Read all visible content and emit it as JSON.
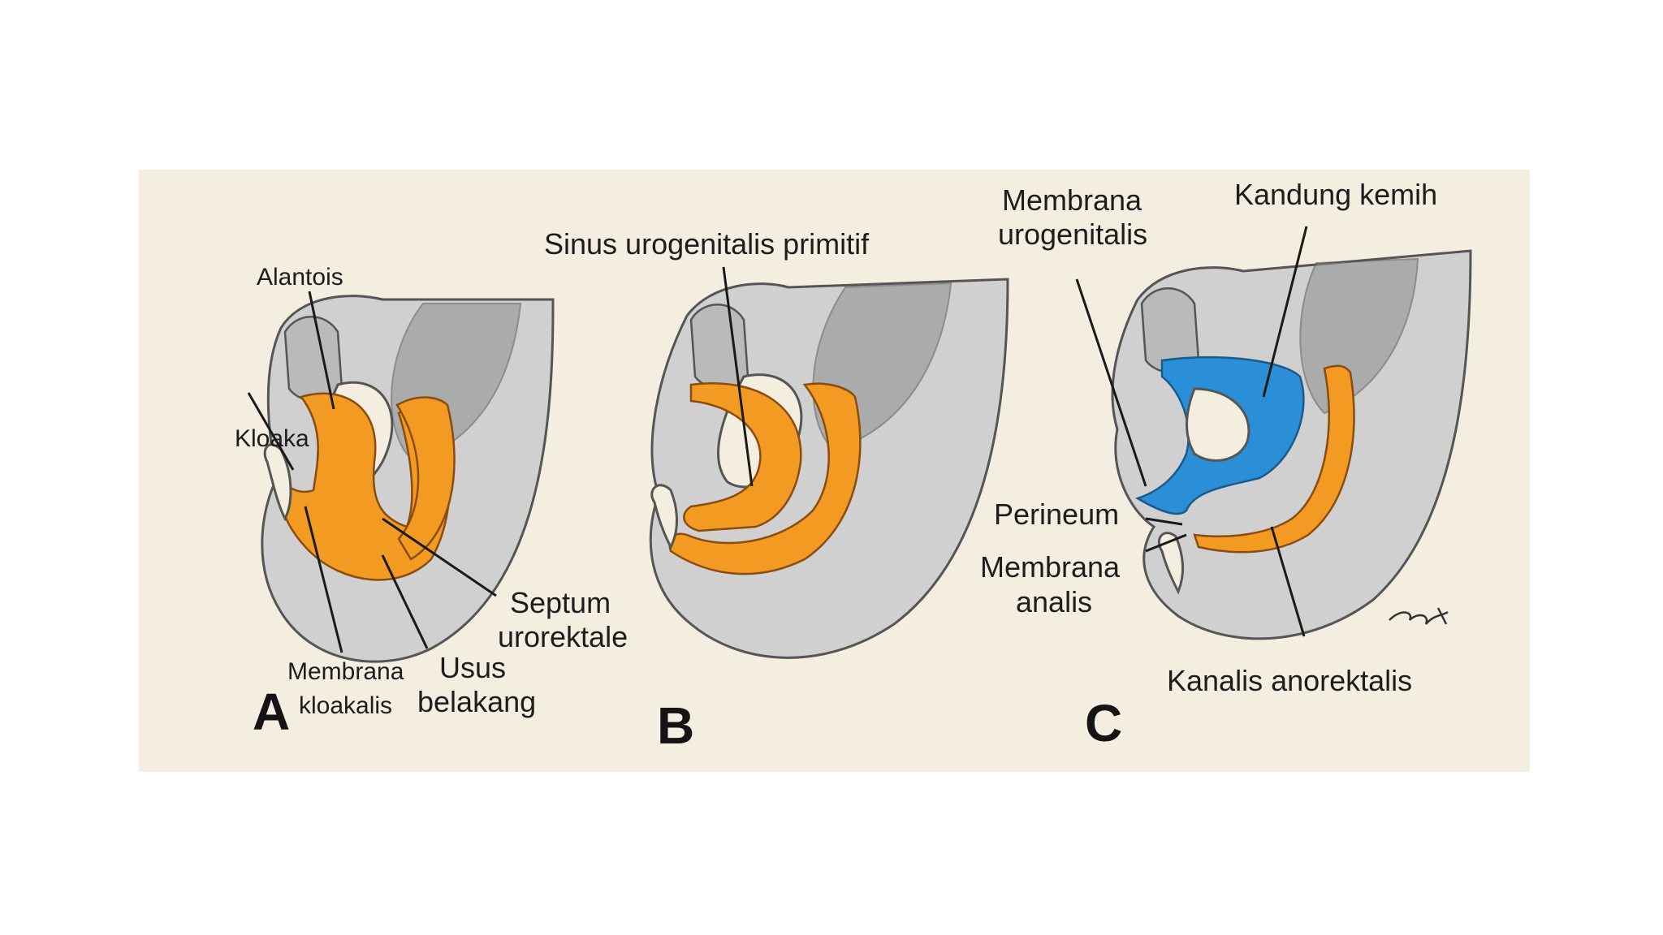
{
  "panels": {
    "a": {
      "letter": "A",
      "alantois": "Alantois",
      "kloaka": "Kloaka",
      "septum_line1": "Septum",
      "septum_line2": "urorektale",
      "membrana_line1": "Membrana",
      "membrana_line2": "kloakalis",
      "usus_line1": "Usus",
      "usus_line2": "belakang"
    },
    "b": {
      "letter": "B",
      "sinus": "Sinus urogenitalis primitif"
    },
    "c": {
      "letter": "C",
      "membrana_uro_line1": "Membrana",
      "membrana_uro_line2": "urogenitalis",
      "kandung_kemih": "Kandung kemih",
      "perineum": "Perineum",
      "membrana_analis_line1": "Membrana",
      "membrana_analis_line2": "analis",
      "kanalis": "Kanalis anorektalis"
    }
  },
  "colors": {
    "background": "#f3eee0",
    "tissue": "#cfd0cf",
    "hindgut": "#f39a23",
    "bladder": "#2a8fd7"
  }
}
